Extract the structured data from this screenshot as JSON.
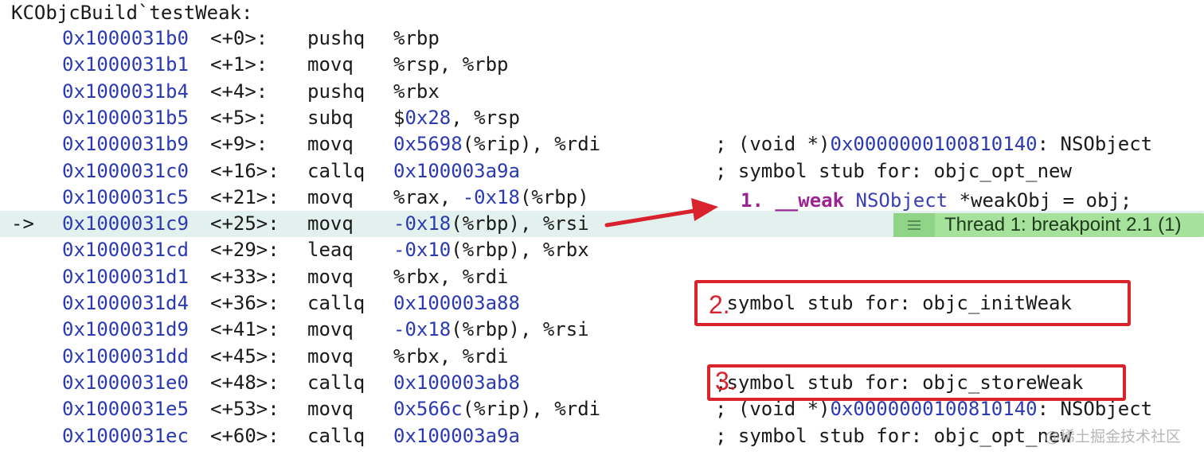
{
  "function_header": "KCObjcBuild`testWeak:",
  "current_marker": "->",
  "instructions": [
    {
      "addr": "0x1000031b0",
      "off": "<+0>:",
      "op": "pushq",
      "args": [
        {
          "t": "%rbp",
          "c": "p"
        }
      ],
      "comment": ""
    },
    {
      "addr": "0x1000031b1",
      "off": "<+1>:",
      "op": "movq",
      "args": [
        {
          "t": "%rsp, %rbp",
          "c": "p"
        }
      ],
      "comment": ""
    },
    {
      "addr": "0x1000031b4",
      "off": "<+4>:",
      "op": "pushq",
      "args": [
        {
          "t": "%rbx",
          "c": "p"
        }
      ],
      "comment": ""
    },
    {
      "addr": "0x1000031b5",
      "off": "<+5>:",
      "op": "subq",
      "args": [
        {
          "t": "$",
          "c": "p"
        },
        {
          "t": "0x28",
          "c": "b"
        },
        {
          "t": ", %rsp",
          "c": "p"
        }
      ],
      "comment": ""
    },
    {
      "addr": "0x1000031b9",
      "off": "<+9>:",
      "op": "movq",
      "args": [
        {
          "t": "0x5698",
          "c": "b"
        },
        {
          "t": "(%rip), %rdi",
          "c": "p"
        }
      ],
      "comment": [
        {
          "t": "; (void *)",
          "c": "p"
        },
        {
          "t": "0x0000000100810140",
          "c": "b"
        },
        {
          "t": ": NSObject",
          "c": "p"
        }
      ]
    },
    {
      "addr": "0x1000031c0",
      "off": "<+16>:",
      "op": "callq",
      "args": [
        {
          "t": "0x100003a9a",
          "c": "b"
        }
      ],
      "comment": [
        {
          "t": "; symbol stub for: objc_opt_new",
          "c": "p"
        }
      ]
    },
    {
      "addr": "0x1000031c5",
      "off": "<+21>:",
      "op": "movq",
      "args": [
        {
          "t": "%rax, ",
          "c": "p"
        },
        {
          "t": "-0x18",
          "c": "b"
        },
        {
          "t": "(%rbp)",
          "c": "p"
        }
      ],
      "comment": ""
    },
    {
      "addr": "0x1000031c9",
      "off": "<+25>:",
      "op": "movq",
      "args": [
        {
          "t": "-0x18",
          "c": "b"
        },
        {
          "t": "(%rbp), %rsi",
          "c": "p"
        }
      ],
      "comment": "",
      "current": true
    },
    {
      "addr": "0x1000031cd",
      "off": "<+29>:",
      "op": "leaq",
      "args": [
        {
          "t": "-0x10",
          "c": "b"
        },
        {
          "t": "(%rbp), %rbx",
          "c": "p"
        }
      ],
      "comment": ""
    },
    {
      "addr": "0x1000031d1",
      "off": "<+33>:",
      "op": "movq",
      "args": [
        {
          "t": "%rbx, %rdi",
          "c": "p"
        }
      ],
      "comment": ""
    },
    {
      "addr": "0x1000031d4",
      "off": "<+36>:",
      "op": "callq",
      "args": [
        {
          "t": "0x100003a88",
          "c": "b"
        }
      ],
      "comment": [
        {
          "t": " symbol stub for: objc_initWeak",
          "c": "p"
        }
      ]
    },
    {
      "addr": "0x1000031d9",
      "off": "<+41>:",
      "op": "movq",
      "args": [
        {
          "t": "-0x18",
          "c": "b"
        },
        {
          "t": "(%rbp), %rsi",
          "c": "p"
        }
      ],
      "comment": ""
    },
    {
      "addr": "0x1000031dd",
      "off": "<+45>:",
      "op": "movq",
      "args": [
        {
          "t": "%rbx, %rdi",
          "c": "p"
        }
      ],
      "comment": ""
    },
    {
      "addr": "0x1000031e0",
      "off": "<+48>:",
      "op": "callq",
      "args": [
        {
          "t": "0x100003ab8",
          "c": "b"
        }
      ],
      "comment": [
        {
          "t": ";symbol stub for: objc_storeWeak",
          "c": "p"
        }
      ]
    },
    {
      "addr": "0x1000031e5",
      "off": "<+53>:",
      "op": "movq",
      "args": [
        {
          "t": "0x566c",
          "c": "b"
        },
        {
          "t": "(%rip), %rdi",
          "c": "p"
        }
      ],
      "comment": [
        {
          "t": "; (void *)",
          "c": "p"
        },
        {
          "t": "0x0000000100810140",
          "c": "b"
        },
        {
          "t": ": NSObject",
          "c": "p"
        }
      ]
    },
    {
      "addr": "0x1000031ec",
      "off": "<+60>:",
      "op": "callq",
      "args": [
        {
          "t": "0x100003a9a",
          "c": "b"
        }
      ],
      "comment": [
        {
          "t": "; symbol stub for: objc_opt_new",
          "c": "p"
        }
      ]
    }
  ],
  "source_annotation": {
    "line_number": "1.",
    "keyword": "__weak",
    "type": "NSObject",
    "rest": "*weakObj = obj;"
  },
  "breakpoint_banner": {
    "icon": "hamburger-lines-icon",
    "label": "Thread 1: breakpoint 2.1 (1)"
  },
  "annotation_numbers": {
    "two": "2.",
    "three": "3."
  },
  "annotation_color": "#d9232c",
  "watermark": "@稀土掘金技术社区"
}
